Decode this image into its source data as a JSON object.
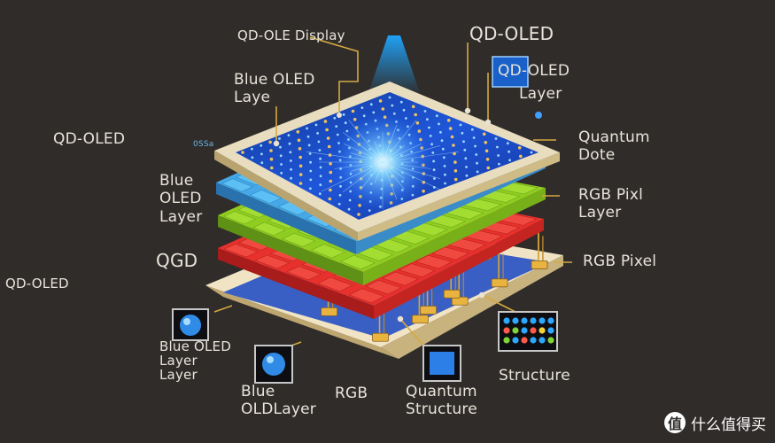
{
  "colors": {
    "background": "#2f2c2a",
    "label_text": "#e9e4da",
    "leader_line": "#d6a941",
    "blue_oled": "#1e4fd6",
    "blue_subpixel": "#46a8e6",
    "green_subpixel": "#8fcd21",
    "red_subpixel": "#e8302c",
    "substrate": "#f0e4c5",
    "glow": "#5fd0ff"
  },
  "diagram": {
    "labels": {
      "qd_oled_display": "QD-OLE Display",
      "qd_oled_top": "QD-OLED",
      "qd_oled_layer_box": "QD-OLED",
      "qd_oled_layer_sub": "Layer",
      "blue_oled_layer_top": "Blue OLED\nLaye",
      "qd_oled_left": "QD-OLED",
      "tiny_code": "0SSa",
      "quantum_dots": "Quantum\nDote",
      "blue_oled_layer_mid": "Blue\nOLED\nLayer",
      "rgb_pixel_layer": "RGB Pixl\nLayer",
      "qgd": "QGD",
      "rgb_pixel": "RGB Pixel",
      "qd_oled_far_left": "QD-OLED",
      "blue_oled_layer_bottom": "Blue OLED\nLayer\nLayer",
      "blue_old_layer": "Blue\nOLDLayer",
      "rgb": "RGB",
      "quantum_structure": "Quantum\nStructure",
      "structure": "Structure"
    },
    "icons": {
      "blue_dot": "blue-sphere-icon",
      "blue_ball": "blue-sphere-icon",
      "blue_square": "blue-square-icon",
      "pixel_grid": "rgb-pixel-grid-icon",
      "qd_layer_thumb": "blue-square-icon"
    }
  },
  "watermark": {
    "text": "什么值得买",
    "badge": "值"
  }
}
